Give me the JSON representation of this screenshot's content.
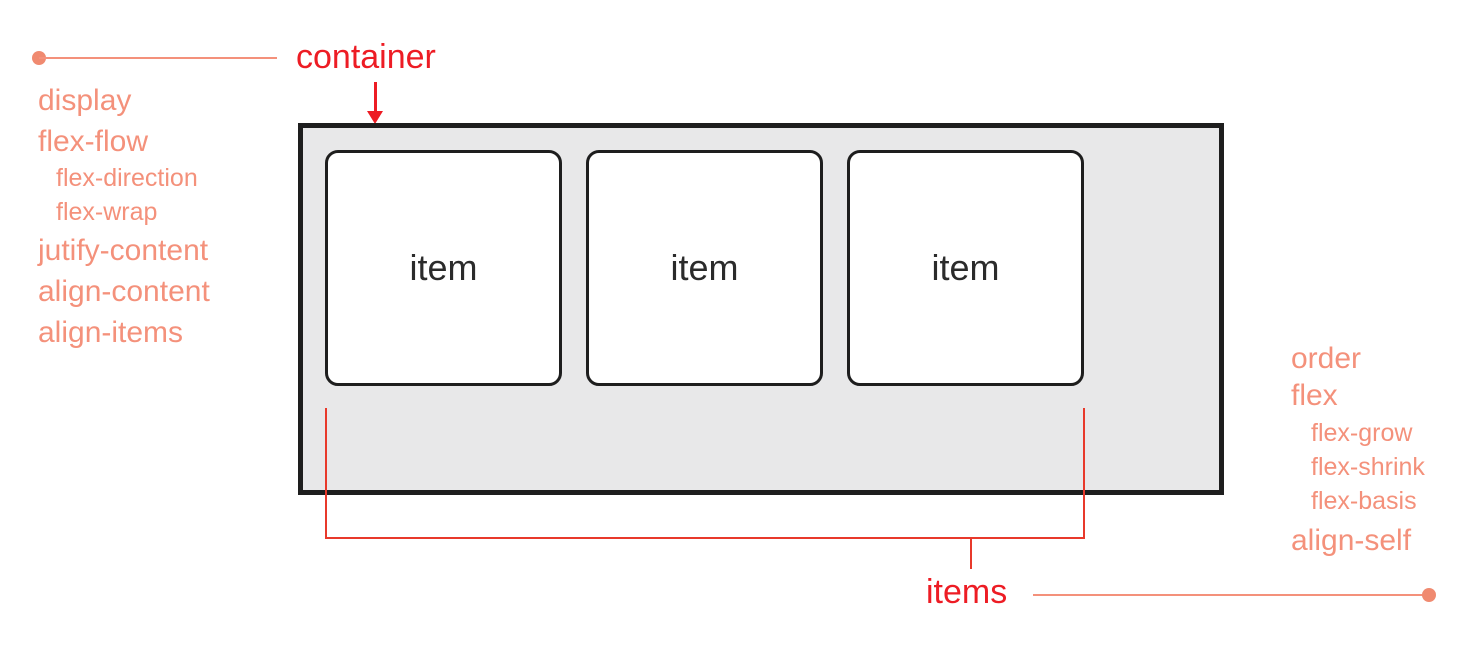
{
  "labels": {
    "container": "container",
    "items": "items"
  },
  "container_properties": {
    "0": "display",
    "1": "flex-flow",
    "2": "flex-direction",
    "3": "flex-wrap",
    "4": "jutify-content",
    "5": "align-content",
    "6": "align-items"
  },
  "item_properties": {
    "0": "order",
    "1": "flex",
    "2": "flex-grow",
    "3": "flex-shrink",
    "4": "flex-basis",
    "5": "align-self"
  },
  "flex_items": {
    "0": "item",
    "1": "item",
    "2": "item"
  },
  "colors": {
    "salmon_text": "#F4917B",
    "red_label": "#ED1C24",
    "bracket_red": "#E8392B",
    "container_fill": "#E8E8E9",
    "border_dark": "#1E1E1E",
    "item_text": "#2B2B2B"
  }
}
